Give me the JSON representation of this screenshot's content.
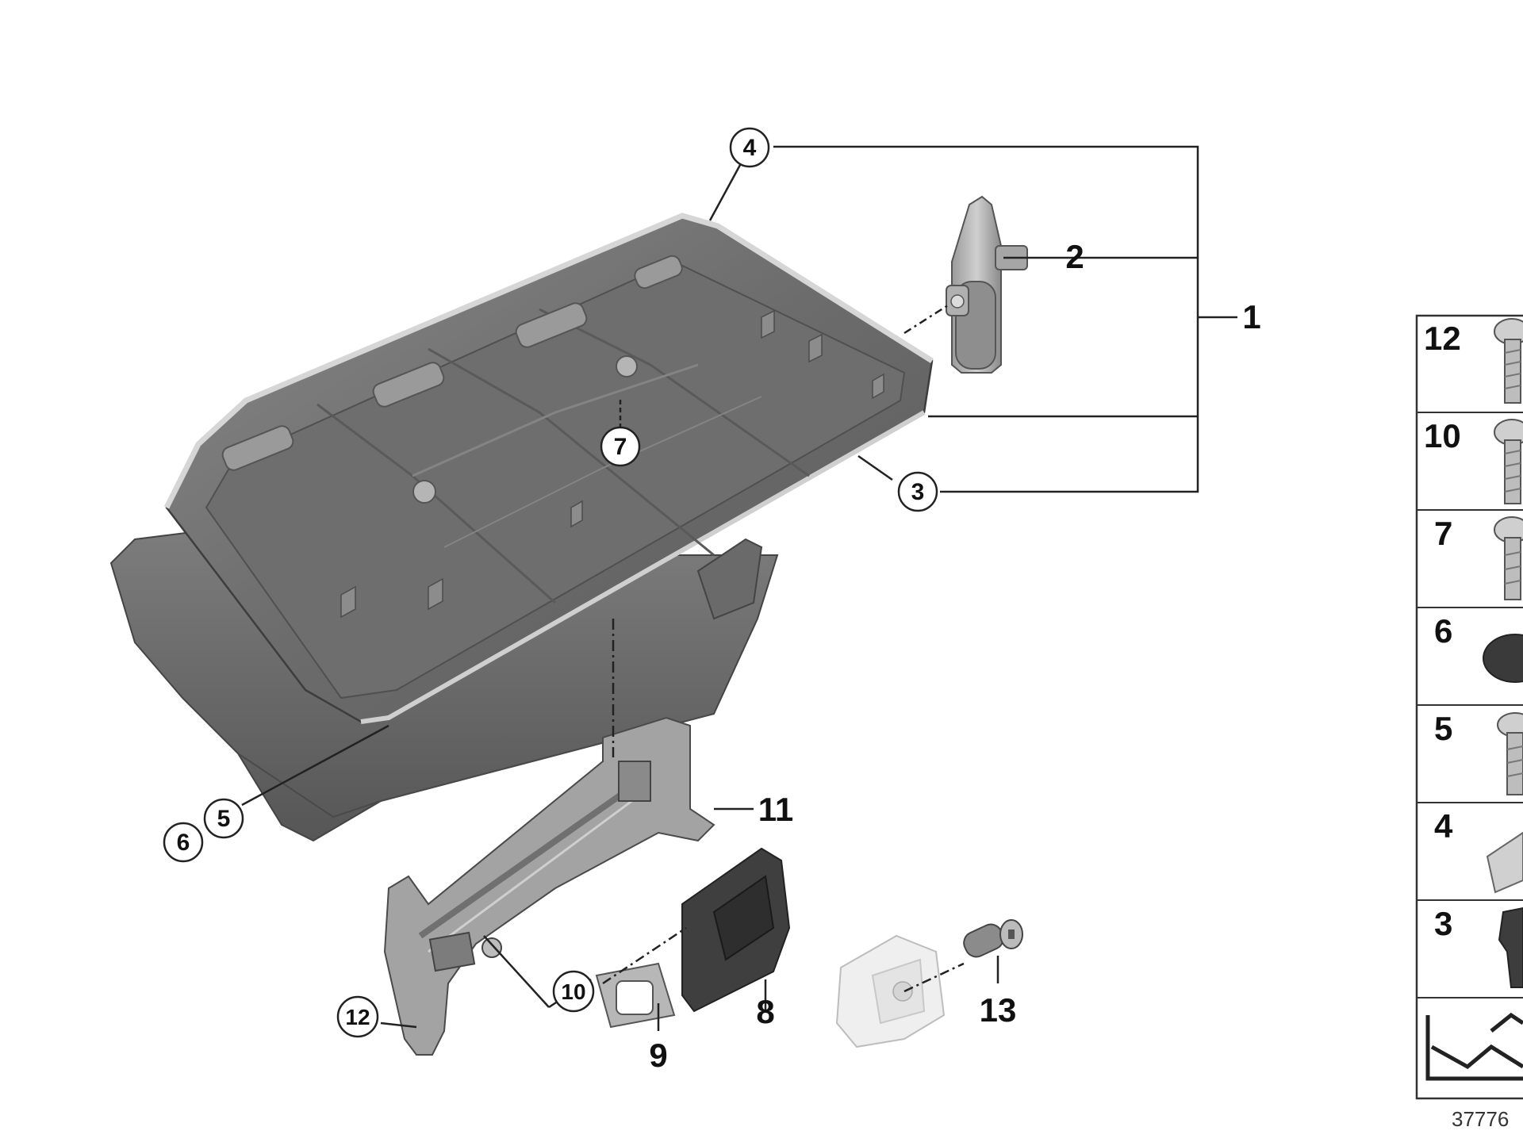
{
  "diagram": {
    "callouts": {
      "c1": "1",
      "c2": "2",
      "c3": "3",
      "c4": "4",
      "c5": "5",
      "c6": "6",
      "c7": "7",
      "c8": "8",
      "c9": "9",
      "c10": "10",
      "c11": "11",
      "c12": "12",
      "c13": "13"
    },
    "legend": {
      "items": [
        "12",
        "10",
        "7",
        "6",
        "5",
        "4",
        "3"
      ]
    },
    "reference_number": "37776",
    "colors": {
      "part_dark": "#5f5f5f",
      "part_mid": "#7a7a7a",
      "part_light": "#a9a9a9",
      "part_edge": "#d4d4d4",
      "line": "#222222",
      "frame": "#333333",
      "translucent_part": "#e9e9e9"
    }
  }
}
